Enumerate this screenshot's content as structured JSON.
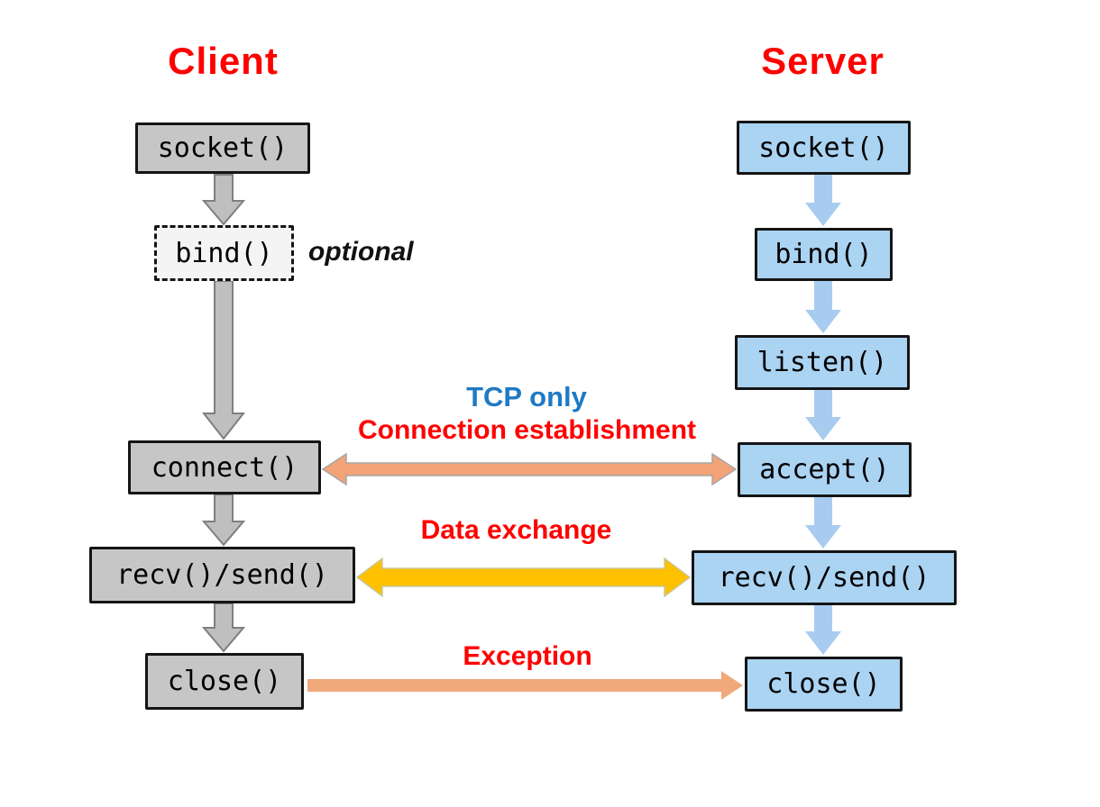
{
  "client": {
    "title": "Client",
    "boxes": {
      "socket": "socket()",
      "bind": "bind()",
      "connect": "connect()",
      "recvsend": "recv()/send()",
      "close": "close()"
    },
    "bind_note": "optional"
  },
  "server": {
    "title": "Server",
    "boxes": {
      "socket": "socket()",
      "bind": "bind()",
      "listen": "listen()",
      "accept": "accept()",
      "recvsend": "recv()/send()",
      "close": "close()"
    }
  },
  "labels": {
    "tcp_only": "TCP only",
    "connection": "Connection establishment",
    "data_exchange": "Data exchange",
    "exception": "Exception"
  },
  "colors": {
    "label_red": "#ff0000",
    "label_blue": "#1f7ac4",
    "client_box": "#c6c6c6",
    "client_optional_box": "#f4f4f4",
    "server_box": "#abd3f2",
    "gray_arrow": "#bfbfbf",
    "gray_arrow_border": "#7f7f7f",
    "blue_arrow": "#a8ccf0",
    "orange_arrow": "#f2a377",
    "orange_arrow_border": "#a6a6a6",
    "gold_arrow": "#ffc000",
    "gold_arrow_border": "#c8c89b",
    "exception_arrow": "#f0a97b"
  }
}
